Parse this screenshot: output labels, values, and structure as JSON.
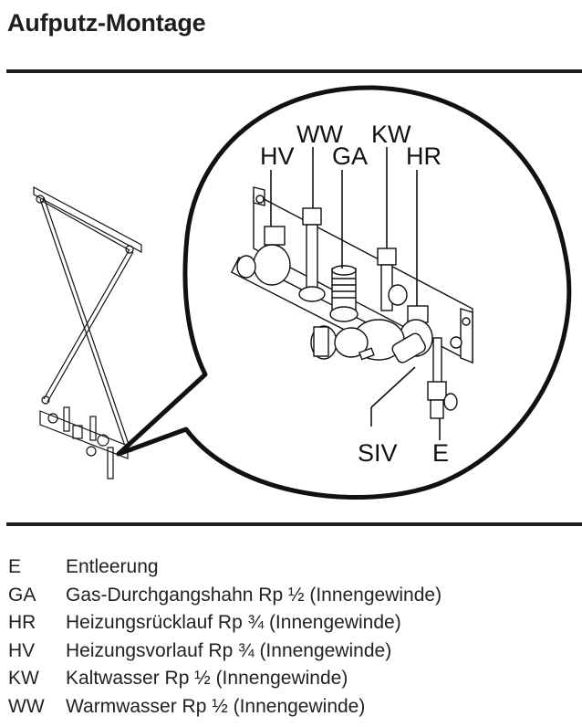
{
  "title": "Aufputz-Montage",
  "figure": {
    "callout_labels": {
      "HV": "HV",
      "WW": "WW",
      "GA": "GA",
      "KW": "KW",
      "HR": "HR",
      "SIV": "SIV",
      "E": "E"
    }
  },
  "legend": [
    {
      "code": "E",
      "description": "Entleerung"
    },
    {
      "code": "GA",
      "description": "Gas-Durchgangshahn Rp ½ (Innengewinde)"
    },
    {
      "code": "HR",
      "description": "Heizungsrücklauf Rp ¾ (Innengewinde)"
    },
    {
      "code": "HV",
      "description": "Heizungsvorlauf Rp ¾ (Innengewinde)"
    },
    {
      "code": "KW",
      "description": "Kaltwasser Rp ½ (Innengewinde)"
    },
    {
      "code": "WW",
      "description": "Warmwasser Rp ½ (Innengewinde)"
    }
  ]
}
